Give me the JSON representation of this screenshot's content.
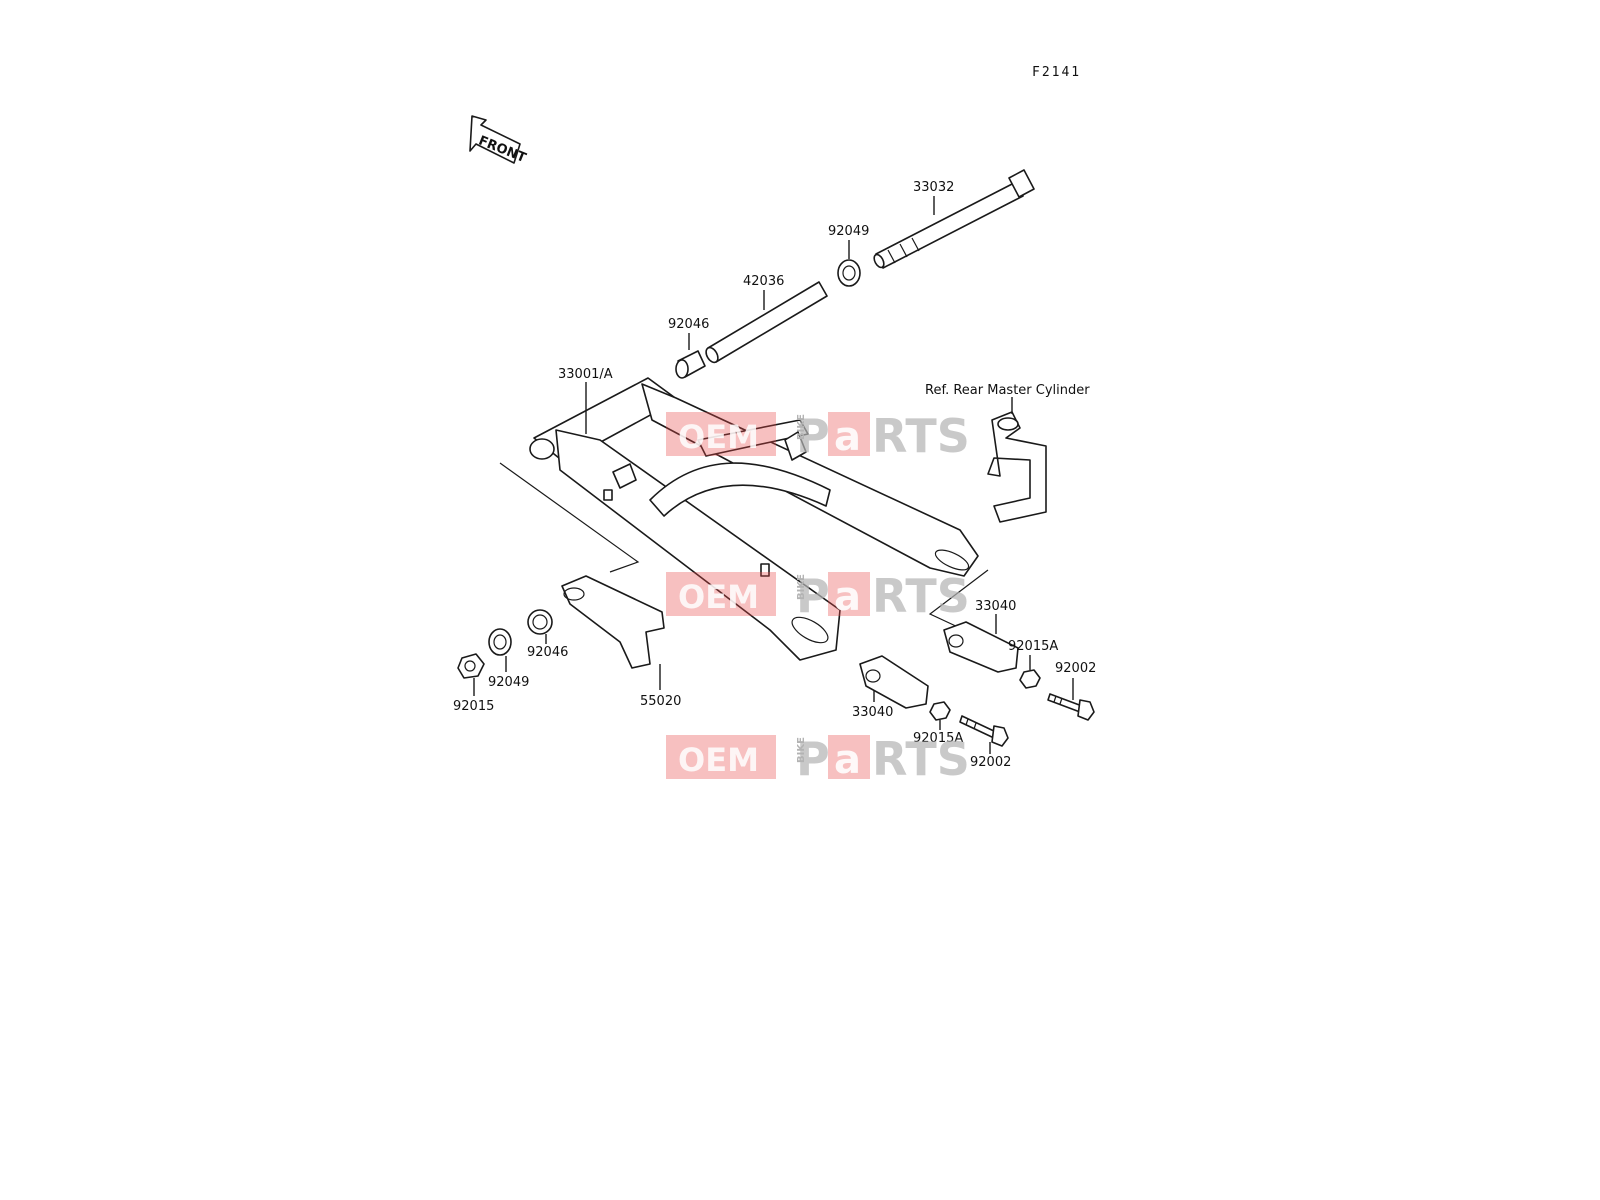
{
  "figure_code": "F2141",
  "direction_arrow": {
    "label": "FRONT"
  },
  "reference_note": "Ref. Rear Master Cylinder",
  "parts": {
    "swingarm": "33001/A",
    "pivot_shaft": "33032",
    "sleeve": "42036",
    "oil_seal_upper": "92049",
    "bearing_upper": "92046",
    "chain_guard": "55020",
    "bearing_lower": "92046",
    "oil_seal_lower": "92049",
    "nut": "92015",
    "adjuster_right": "33040",
    "adjuster_left": "33040",
    "nut_a_right": "92015A",
    "nut_a_left": "92015A",
    "bolt_right": "92002",
    "bolt_left": "92002"
  },
  "watermark": {
    "left": "OEM",
    "middle": "BIKE",
    "right_p": "P",
    "right_a": "a",
    "right_rest": "RTS",
    "colors": {
      "red": "#e74a4a",
      "grey": "#b3b3b3"
    }
  }
}
